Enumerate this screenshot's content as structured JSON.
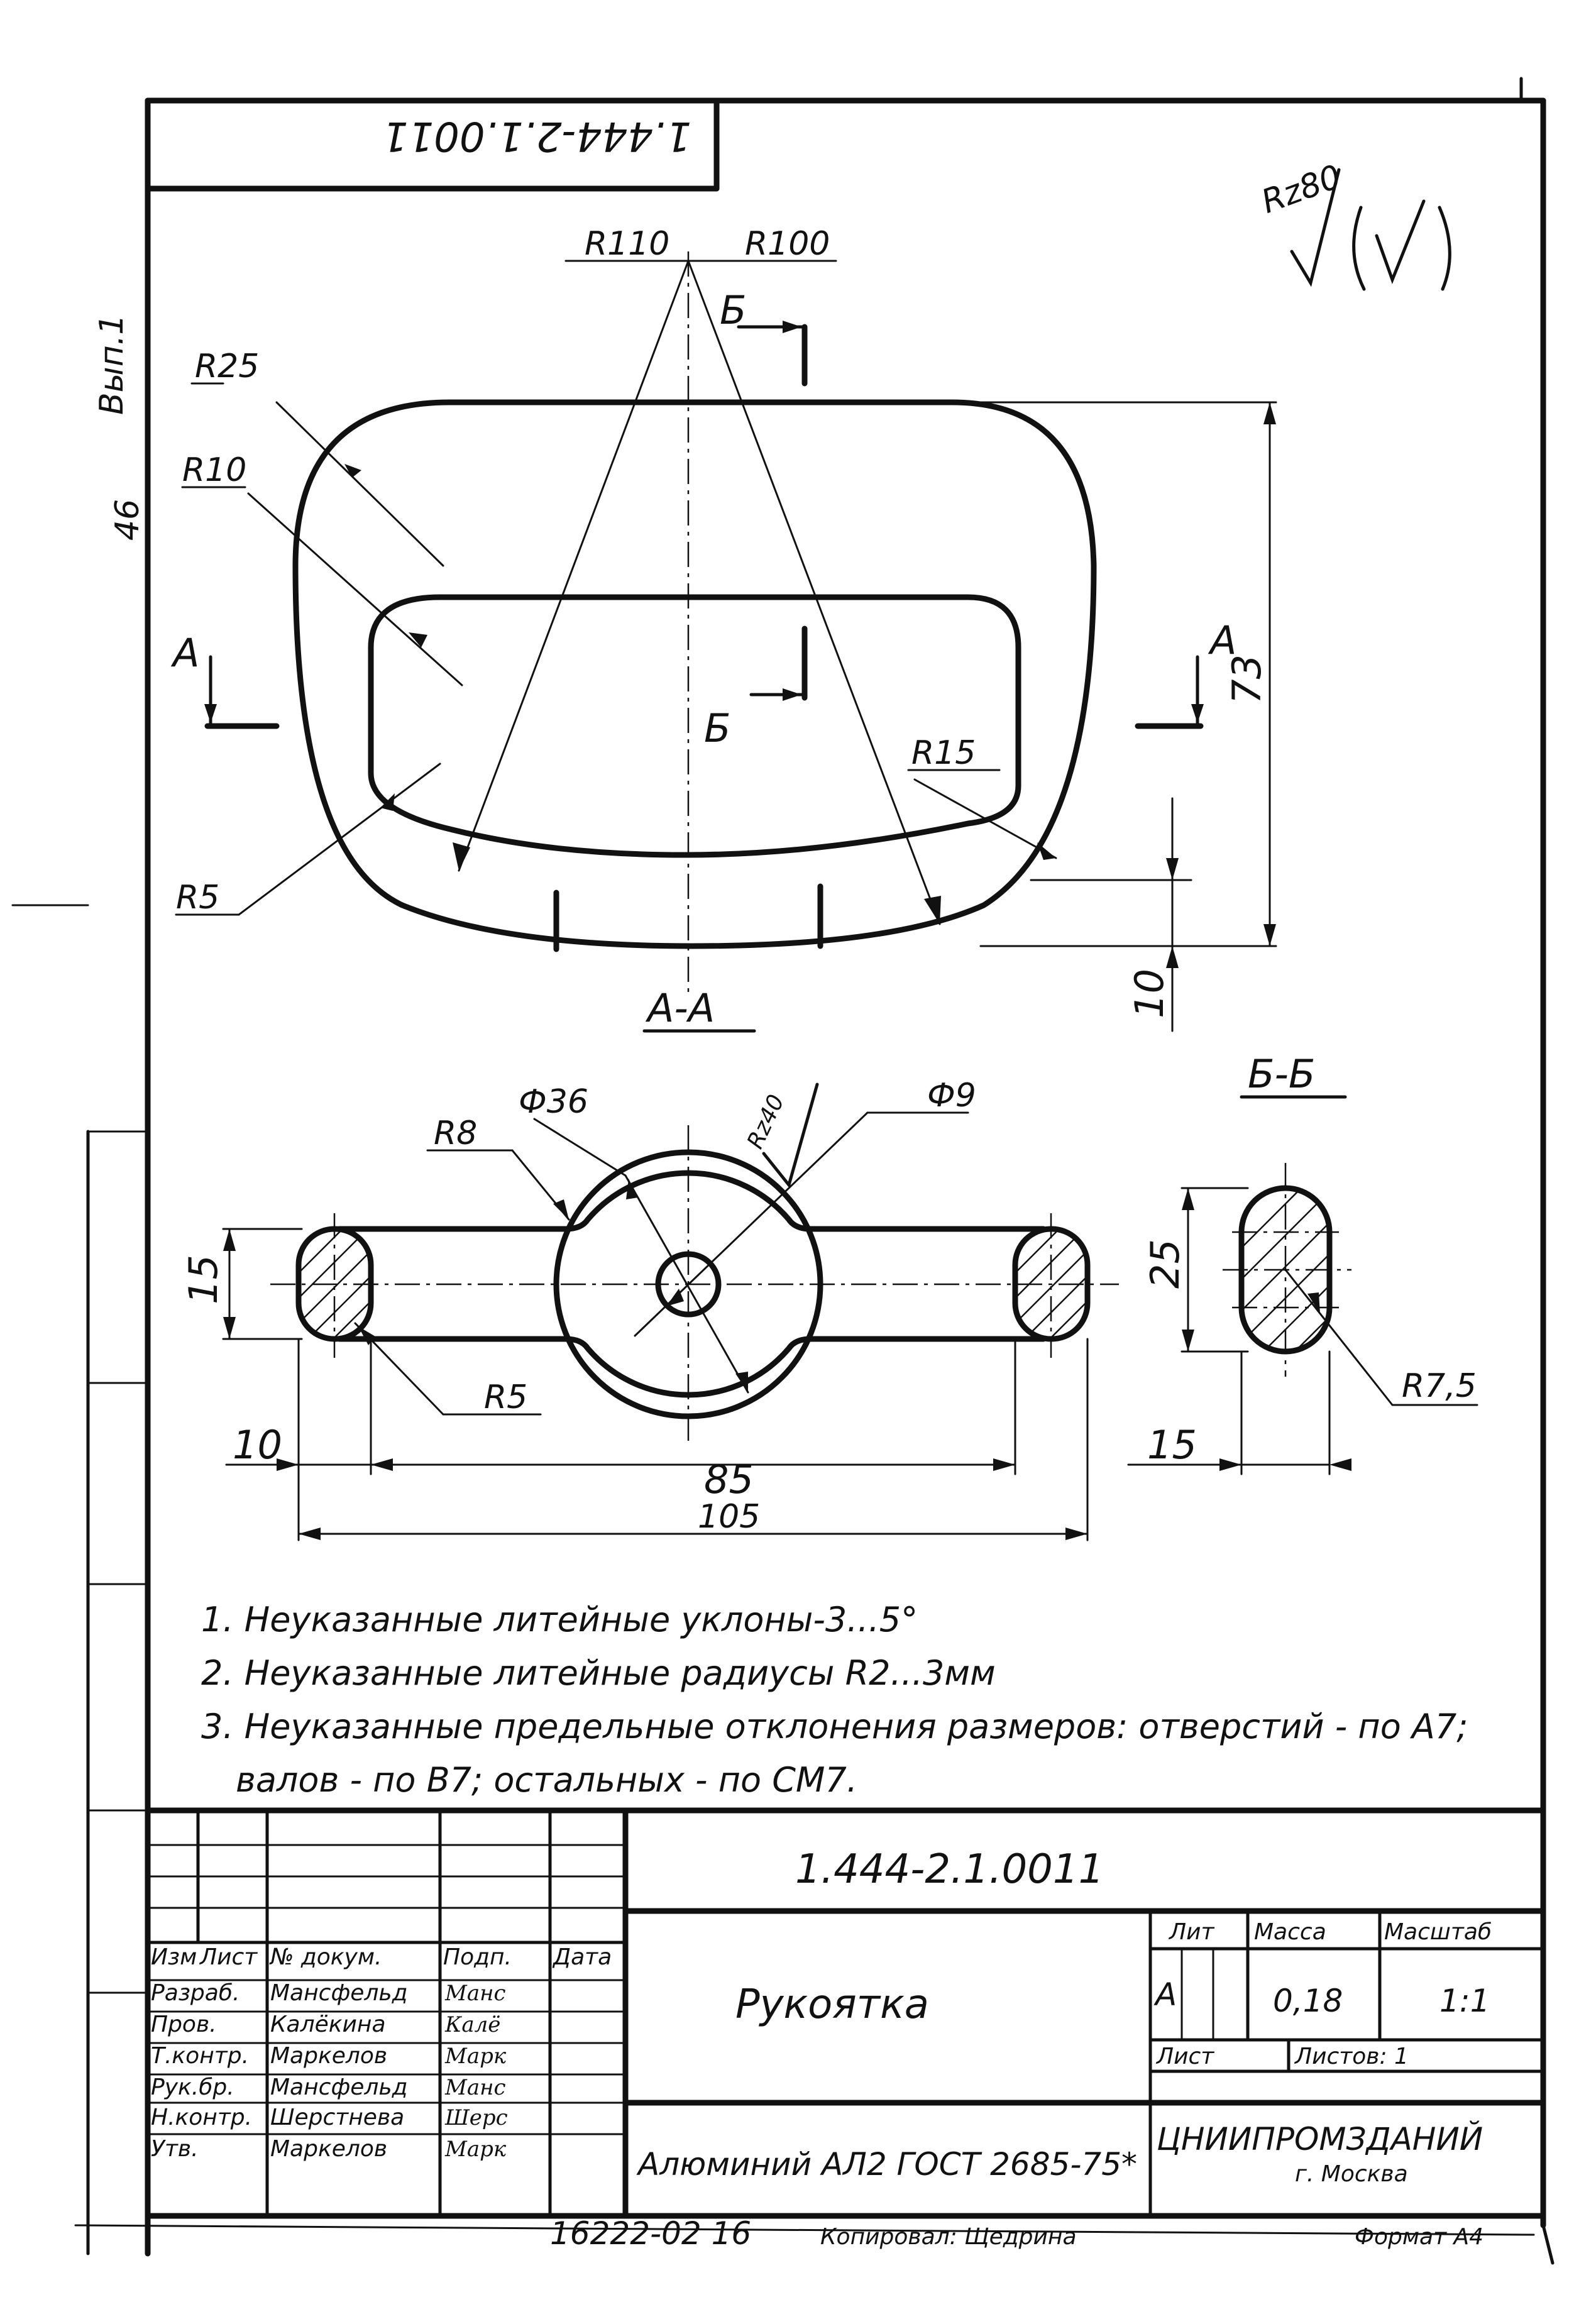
{
  "drawing": {
    "corner_code": "1.444-2.1.0011",
    "side_labels": {
      "vyp": "Вып.1",
      "sheet_no": "46"
    },
    "roughness_main": "Rz80",
    "views": {
      "plan": {
        "labels": {
          "r110": "R110",
          "r100": "R100",
          "r25": "R25",
          "r10": "R10",
          "r5": "R5",
          "r15": "R15",
          "a_left": "А",
          "a_right": "А",
          "b_top": "Б",
          "b_mid": "Б",
          "dim_73": "73",
          "dim_10": "10"
        }
      },
      "section_aa": {
        "title": "А-А",
        "labels": {
          "phi36": "Ф36",
          "phi9": "Ф9",
          "r8": "R8",
          "rz40": "Rz40",
          "dim_15": "15",
          "r5": "R5",
          "dim_10": "10",
          "dim_85": "85",
          "dim_105": "105"
        }
      },
      "section_bb": {
        "title": "Б-Б",
        "labels": {
          "dim_25": "25",
          "r7_5": "R7,5",
          "dim_15": "15"
        }
      }
    },
    "notes": [
      "1.  Неуказанные литейные уклоны-3...5°",
      "2.  Неуказанные литейные радиусы R2...3мм",
      "3.  Неуказанные предельные отклонения размеров: отверстий - по А7;",
      "валов - по В7; остальных - по СМ7."
    ]
  },
  "title_block": {
    "doc_code": "1.444-2.1.0011",
    "part_name": "Рукоятка",
    "material": "Алюминий АЛ2 ГОСТ 2685-75*",
    "organization": "ЦНИИПРОМЗДАНИЙ",
    "city": "г. Москва",
    "header": {
      "izm": "Изм",
      "list": "Лист",
      "doc": "№ докум.",
      "sign": "Подп.",
      "date": "Дата"
    },
    "rows": [
      {
        "role": "Разраб.",
        "name": "Мансфельд",
        "sign": "Манс"
      },
      {
        "role": "Пров.",
        "name": "Калёкина",
        "sign": "Калё"
      },
      {
        "role": "Т.контр.",
        "name": "Маркелов",
        "sign": "Марк"
      },
      {
        "role": "Рук.бр.",
        "name": "Мансфельд",
        "sign": "Манс"
      },
      {
        "role": "Н.контр.",
        "name": "Шерстнева",
        "sign": "Шерс"
      },
      {
        "role": "Утв.",
        "name": "Маркелов",
        "sign": "Марк"
      }
    ],
    "lit_label": "Лит",
    "lit_value": "А",
    "mass_label": "Масса",
    "mass_value": "0,18",
    "scale_label": "Масштаб",
    "scale_value": "1:1",
    "sheet_label": "Лист",
    "sheets_label": "Листов: 1",
    "footer_code": "16222-02  16",
    "copied_by": "Копировал: Щедрина",
    "format": "Формат А4"
  }
}
